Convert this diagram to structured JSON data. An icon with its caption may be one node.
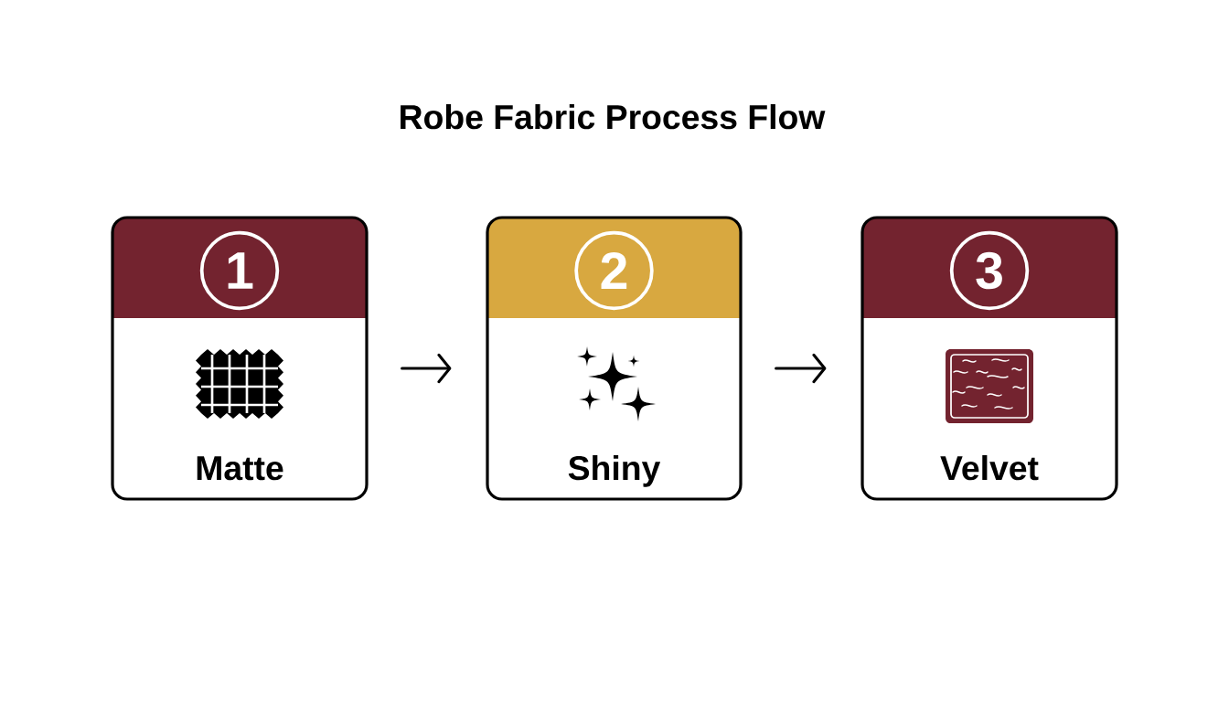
{
  "diagram": {
    "title": "Robe Fabric Process Flow",
    "nodes": [
      {
        "text": [
          "1",
          "Matte"
        ]
      },
      {
        "text": [
          "2",
          "Shiny"
        ]
      },
      {
        "text": [
          "3",
          "Velvet"
        ]
      }
    ],
    "edges": [
      {
        "from": 0,
        "to": 1,
        "arrow": "to"
      },
      {
        "from": 1,
        "to": 2,
        "arrow": "to"
      }
    ]
  }
}
